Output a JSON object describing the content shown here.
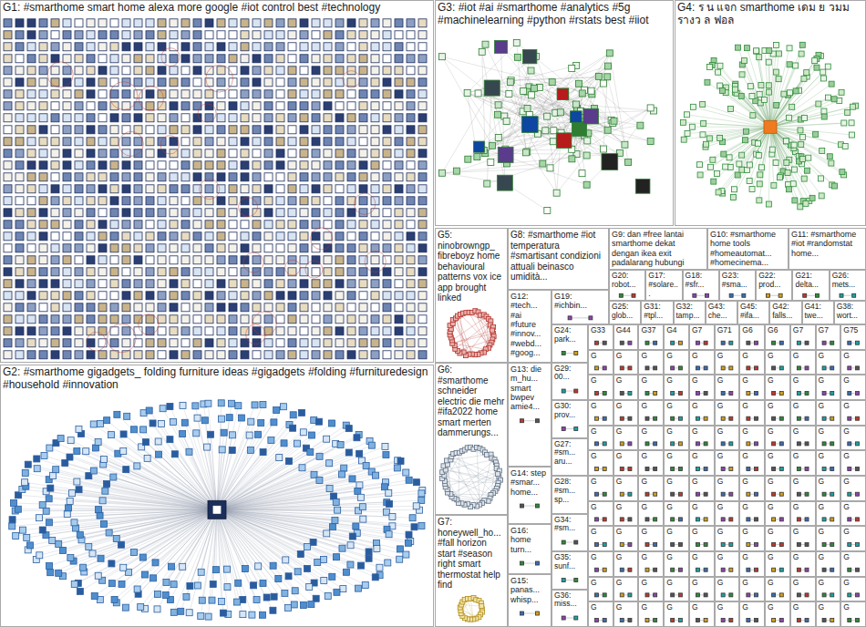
{
  "diagram": {
    "nodes": [
      {
        "text": [
          "G1: #smarthome smart home alexa more google #iot control best #technology"
        ]
      },
      {
        "text": [
          "G3: #iot #ai #smarthome #analytics #5g #machinelearning #python #rstats best #iiot"
        ]
      },
      {
        "text": [
          "G4: ร น แจก smarthome เดม ย วมม รางว ล ฟอล"
        ]
      },
      {
        "text": [
          "G5: ninobrowngp_ fibreboyz home behavioural patterns vox ice app brought linked"
        ]
      },
      {
        "text": [
          "G8: #smarthome #iot temperatura #smartisant condizioni attuali beinasco umidità..."
        ]
      },
      {
        "text": [
          "G9: dan #free lantai smarthome dekat dengan ikea exit padalarang hubungi"
        ]
      },
      {
        "text": [
          "G10: #smarthome home tools #homeautomat... #homecinema..."
        ]
      },
      {
        "text": [
          "G11: #smarthome #iot #randomstat home..."
        ]
      },
      {
        "text": [
          "G20: robot..."
        ]
      },
      {
        "text": [
          "G17: #solare..."
        ]
      },
      {
        "text": [
          "G18: #sfr..."
        ]
      },
      {
        "text": [
          "G23: #sma..."
        ]
      },
      {
        "text": [
          "G22: prod..."
        ]
      },
      {
        "text": [
          "G21: delta..."
        ]
      },
      {
        "text": [
          "G26: mets..."
        ]
      },
      {
        "text": [
          "G19: #ichbin..."
        ]
      },
      {
        "text": [
          "G12: #tech... #ai #future #innov... #webd... #goog..."
        ]
      },
      {
        "text": [
          "G25: glob..."
        ]
      },
      {
        "text": [
          "G31: #tpl..."
        ]
      },
      {
        "text": [
          "G32: tamp..."
        ]
      },
      {
        "text": [
          "G43: che..."
        ]
      },
      {
        "text": [
          "G45: #ifa..."
        ]
      },
      {
        "text": [
          "G42: falls..."
        ]
      },
      {
        "text": [
          "G41: twe..."
        ]
      },
      {
        "text": [
          "G38: wort..."
        ]
      },
      {
        "text": [
          "G24: park..."
        ]
      },
      {
        "text": [
          "G29: 00..."
        ]
      },
      {
        "text": [
          "G30: prov..."
        ]
      },
      {
        "text": [
          "G27: #sm... aru..."
        ]
      },
      {
        "text": [
          "G28: #sm... sp..."
        ]
      },
      {
        "text": [
          "G34: #sm..."
        ]
      },
      {
        "text": [
          "G35: sunf..."
        ]
      },
      {
        "text": [
          "G36: miss..."
        ]
      },
      {
        "text": [
          "G2: #smarthome gigadgets_ folding furniture ideas #gigadgets #folding #furnituredesign #household #innovation"
        ]
      },
      {
        "text": [
          "G6: #smarthome schneider electric die mehr #ifa2022 home smart merten dammerungs..."
        ]
      },
      {
        "text": [
          "G13: die m_hu... smart bwpev amie4..."
        ]
      },
      {
        "text": [
          "G14: step #smar... home..."
        ]
      },
      {
        "text": [
          "G16: home turn..."
        ]
      },
      {
        "text": [
          "G15: panas... whisp..."
        ]
      },
      {
        "text": [
          "G7: honeywell_ho... #fall horizon start #season right smart thermostat help find"
        ]
      },
      {
        "text": [
          "G33"
        ]
      },
      {
        "text": [
          "G44"
        ]
      },
      {
        "text": [
          "G37"
        ]
      },
      {
        "text": [
          "G4"
        ]
      },
      {
        "text": [
          "G7"
        ]
      },
      {
        "text": [
          "G71"
        ]
      },
      {
        "text": [
          "G6"
        ]
      },
      {
        "text": [
          "G6"
        ]
      },
      {
        "text": [
          "G7"
        ]
      },
      {
        "text": [
          "G7"
        ]
      },
      {
        "text": [
          "G75"
        ]
      },
      {
        "text": [
          "G"
        ]
      },
      {
        "text": [
          "G"
        ]
      },
      {
        "text": [
          "G"
        ]
      },
      {
        "text": [
          "G"
        ]
      },
      {
        "text": [
          "G"
        ]
      },
      {
        "text": [
          "G"
        ]
      },
      {
        "text": [
          "G"
        ]
      },
      {
        "text": [
          "G"
        ]
      },
      {
        "text": [
          "G"
        ]
      },
      {
        "text": [
          "G"
        ]
      },
      {
        "text": [
          "G"
        ]
      },
      {
        "text": [
          "G"
        ]
      },
      {
        "text": [
          "G"
        ]
      },
      {
        "text": [
          "G"
        ]
      },
      {
        "text": [
          "G"
        ]
      },
      {
        "text": [
          "G"
        ]
      },
      {
        "text": [
          "G"
        ]
      },
      {
        "text": [
          "G"
        ]
      },
      {
        "text": [
          "G"
        ]
      },
      {
        "text": [
          "G"
        ]
      },
      {
        "text": [
          "G"
        ]
      },
      {
        "text": [
          "G"
        ]
      },
      {
        "text": [
          "G"
        ]
      },
      {
        "text": [
          "G"
        ]
      },
      {
        "text": [
          "G"
        ]
      },
      {
        "text": [
          "G"
        ]
      },
      {
        "text": [
          "G"
        ]
      },
      {
        "text": [
          "G"
        ]
      },
      {
        "text": [
          "G"
        ]
      },
      {
        "text": [
          "G"
        ]
      },
      {
        "text": [
          "G"
        ]
      },
      {
        "text": [
          "G"
        ]
      },
      {
        "text": [
          "G"
        ]
      },
      {
        "text": [
          "G"
        ]
      },
      {
        "text": [
          "G"
        ]
      },
      {
        "text": [
          "G"
        ]
      },
      {
        "text": [
          "G"
        ]
      },
      {
        "text": [
          "G"
        ]
      },
      {
        "text": [
          "G"
        ]
      },
      {
        "text": [
          "G"
        ]
      },
      {
        "text": [
          "G"
        ]
      },
      {
        "text": [
          "G"
        ]
      },
      {
        "text": [
          "G"
        ]
      },
      {
        "text": [
          "G"
        ]
      },
      {
        "text": [
          "G"
        ]
      },
      {
        "text": [
          "G"
        ]
      },
      {
        "text": [
          "G"
        ]
      },
      {
        "text": [
          "G"
        ]
      },
      {
        "text": [
          "G"
        ]
      },
      {
        "text": [
          "G"
        ]
      },
      {
        "text": [
          "G"
        ]
      },
      {
        "text": [
          "G"
        ]
      },
      {
        "text": [
          "G"
        ]
      },
      {
        "text": [
          "G"
        ]
      },
      {
        "text": [
          "G"
        ]
      },
      {
        "text": [
          "G"
        ]
      },
      {
        "text": [
          "G"
        ]
      },
      {
        "text": [
          "G"
        ]
      },
      {
        "text": [
          "G"
        ]
      },
      {
        "text": [
          "G"
        ]
      },
      {
        "text": [
          "G"
        ]
      },
      {
        "text": [
          "G"
        ]
      },
      {
        "text": [
          "G"
        ]
      },
      {
        "text": [
          "G"
        ]
      },
      {
        "text": [
          "G"
        ]
      },
      {
        "text": [
          "G"
        ]
      },
      {
        "text": [
          "G"
        ]
      },
      {
        "text": [
          "G"
        ]
      },
      {
        "text": [
          "G"
        ]
      },
      {
        "text": [
          "G"
        ]
      },
      {
        "text": [
          "G"
        ]
      },
      {
        "text": [
          "G"
        ]
      },
      {
        "text": [
          "G"
        ]
      },
      {
        "text": [
          "G"
        ]
      },
      {
        "text": [
          "G"
        ]
      },
      {
        "text": [
          "G"
        ]
      },
      {
        "text": [
          "G"
        ]
      },
      {
        "text": [
          "G"
        ]
      },
      {
        "text": [
          "G"
        ]
      },
      {
        "text": [
          "G"
        ]
      },
      {
        "text": [
          "G"
        ]
      },
      {
        "text": [
          "G"
        ]
      },
      {
        "text": [
          "G"
        ]
      },
      {
        "text": [
          "G"
        ]
      },
      {
        "text": [
          "G"
        ]
      },
      {
        "text": [
          "G"
        ]
      },
      {
        "text": [
          "G"
        ]
      },
      {
        "text": [
          "G"
        ]
      },
      {
        "text": [
          "G"
        ]
      },
      {
        "text": [
          "G"
        ]
      },
      {
        "text": [
          "G"
        ]
      },
      {
        "text": [
          "G"
        ]
      },
      {
        "text": [
          "G"
        ]
      },
      {
        "text": [
          "G"
        ]
      },
      {
        "text": [
          "G"
        ]
      },
      {
        "text": [
          "G"
        ]
      },
      {
        "text": [
          "G"
        ]
      },
      {
        "text": [
          "G"
        ]
      },
      {
        "text": [
          "G"
        ]
      },
      {
        "text": [
          "G"
        ]
      },
      {
        "text": [
          "G"
        ]
      },
      {
        "text": [
          "G"
        ]
      },
      {
        "text": [
          "G"
        ]
      },
      {
        "text": [
          "G"
        ]
      },
      {
        "text": [
          "G"
        ]
      },
      {
        "text": [
          "G"
        ]
      },
      {
        "text": [
          "G"
        ]
      },
      {
        "text": [
          "G"
        ]
      },
      {
        "text": [
          "G"
        ]
      },
      {
        "text": [
          "G"
        ]
      },
      {
        "text": [
          "G"
        ]
      },
      {
        "text": [
          "G"
        ]
      },
      {
        "text": [
          "G"
        ]
      },
      {
        "text": [
          "G"
        ]
      },
      {
        "text": [
          "G"
        ]
      },
      {
        "text": [
          "G"
        ]
      },
      {
        "text": [
          "G"
        ]
      },
      {
        "text": [
          "G"
        ]
      },
      {
        "text": [
          "G"
        ]
      },
      {
        "text": [
          "G"
        ]
      },
      {
        "text": [
          "G"
        ]
      }
    ]
  }
}
